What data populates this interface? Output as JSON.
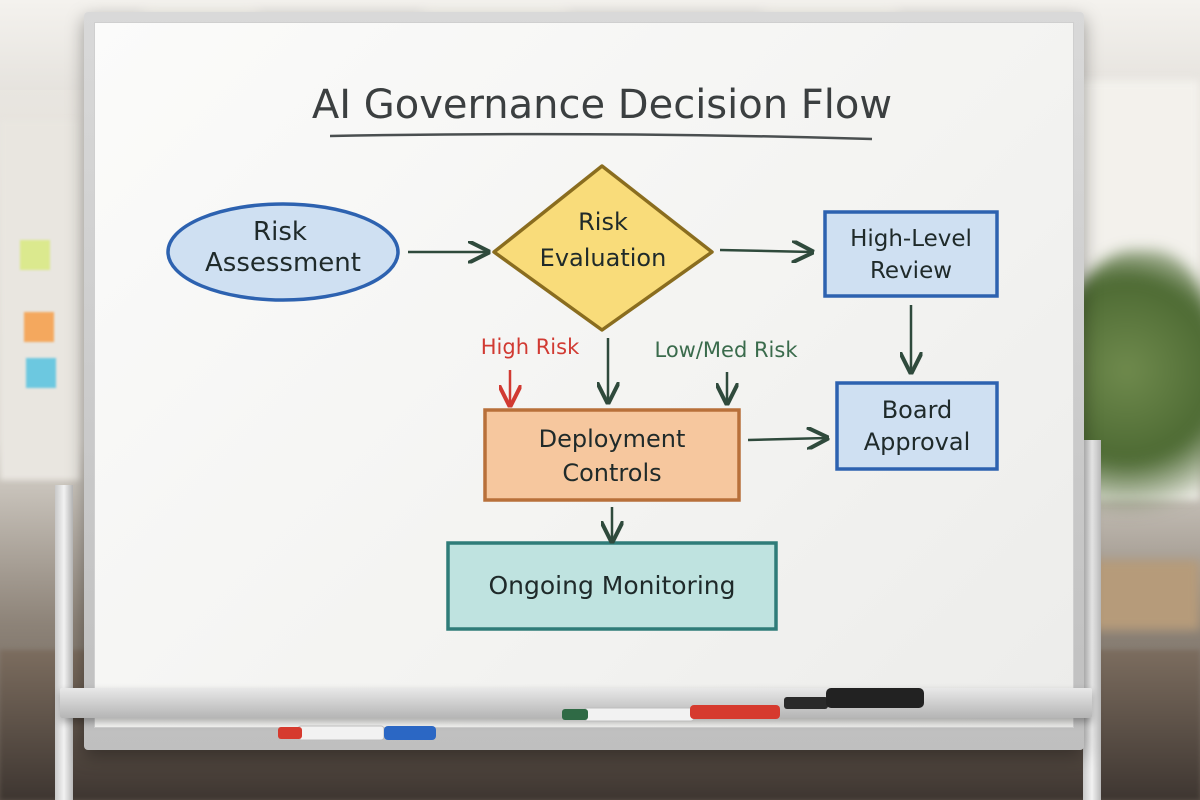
{
  "title": "AI Governance Decision Flow",
  "nodes": {
    "risk_assessment": [
      "Risk",
      "Assessment"
    ],
    "risk_evaluation": [
      "Risk",
      "Evaluation"
    ],
    "high_level_review": [
      "High-Level",
      "Review"
    ],
    "deployment_controls": [
      "Deployment",
      "Controls"
    ],
    "board_approval": [
      "Board",
      "Approval"
    ],
    "ongoing_monitoring": [
      "Ongoing Monitoring"
    ]
  },
  "edge_labels": {
    "high_risk": "High Risk",
    "low_med_risk": "Low/Med Risk"
  },
  "colors": {
    "ink": "#2f3a35",
    "high_risk": "#d13a32",
    "low_med_risk": "#3a6b4c",
    "risk_assessment_fill": "#cfe0f2",
    "risk_assessment_stroke": "#2d62b0",
    "risk_evaluation_fill": "#f9dc7a",
    "risk_evaluation_stroke": "#8a6d1f",
    "review_fill": "#cfe0f2",
    "review_stroke": "#2d62b0",
    "controls_fill": "#f6c79e",
    "controls_stroke": "#b8703a",
    "monitoring_fill": "#bfe3e0",
    "monitoring_stroke": "#2f7c79"
  },
  "markers": [
    {
      "name": "red-marker",
      "cap": "#d63a2e",
      "body": "#f2f2f2",
      "band": "#2b67c4"
    },
    {
      "name": "green-marker",
      "cap": "#2f6a45",
      "body": "#f2f2f2",
      "band": "#d63a2e"
    },
    {
      "name": "black-marker",
      "cap": "#222222",
      "body": "#2a2a2a",
      "band": "#444444"
    }
  ]
}
